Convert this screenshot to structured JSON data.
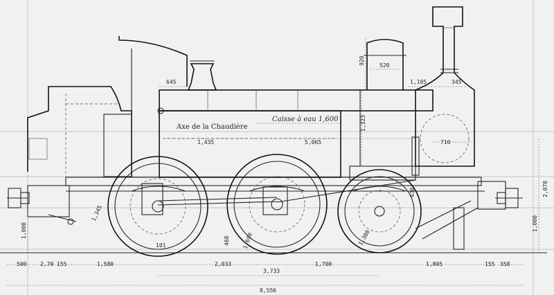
{
  "labels": {
    "boiler_axis": "Axe de la Chaudière",
    "water_tank": "Caisse à eau 1,600"
  },
  "dimensions": {
    "d_8556": "8,556",
    "d_3733": "3,733",
    "d_2033": "2,033",
    "d_1700": "1,700",
    "d_1805": "1,805",
    "d_1580": "1,580",
    "d_500": "500",
    "d_270": "2,70",
    "d_155a": "155",
    "d_155b": "155",
    "d_358": "358",
    "d_1000l": "1,000",
    "d_1000r": "1,000",
    "d_2078": "2,078",
    "d_1435": "1,435",
    "d_5065": "5,065",
    "d_920": "920",
    "d_520": "520",
    "d_1105": "1,105",
    "d_345": "345",
    "d_1323": "1,323",
    "d_645": "645",
    "d_710": "710",
    "d_1345": "1,345",
    "d_468": "468",
    "d_1690": "1,690",
    "d_1380": "1,380",
    "d_101": "101",
    "d_438": "438"
  }
}
